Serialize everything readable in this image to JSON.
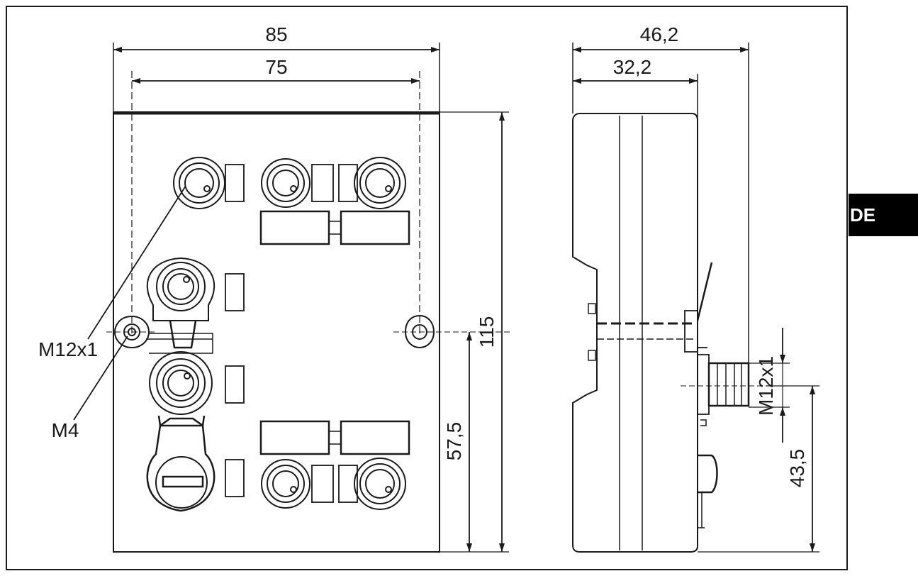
{
  "language_tab": "DE",
  "dimensions": {
    "width_outer": "85",
    "width_holes": "75",
    "height_total": "115",
    "height_mount": "57,5",
    "depth_total": "46,2",
    "depth_body": "32,2",
    "connector_height": "43,5"
  },
  "labels": {
    "thread_front": "M12x1",
    "screw": "M4",
    "thread_side": "M12x1"
  },
  "colors": {
    "line": "#1a1a1a",
    "tab_background": "#000000",
    "tab_text": "#ffffff"
  }
}
